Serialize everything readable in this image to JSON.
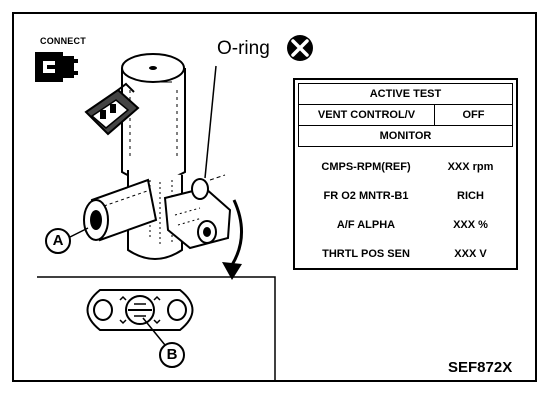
{
  "labels": {
    "connect": "CONNECT",
    "oring": "O-ring",
    "callout_a": "A",
    "callout_b": "B",
    "figure_id": "SEF872X"
  },
  "active_test": {
    "title": "ACTIVE TEST",
    "item_label": "VENT CONTROL/V",
    "item_value": "OFF",
    "monitor_title": "MONITOR",
    "monitor_rows": [
      {
        "label": "CMPS-RPM(REF)",
        "value": "XXX rpm"
      },
      {
        "label": "FR O2 MNTR-B1",
        "value": "RICH"
      },
      {
        "label": "A/F ALPHA",
        "value": "XXX %"
      },
      {
        "label": "THRTL POS SEN",
        "value": "XXX V"
      }
    ]
  }
}
